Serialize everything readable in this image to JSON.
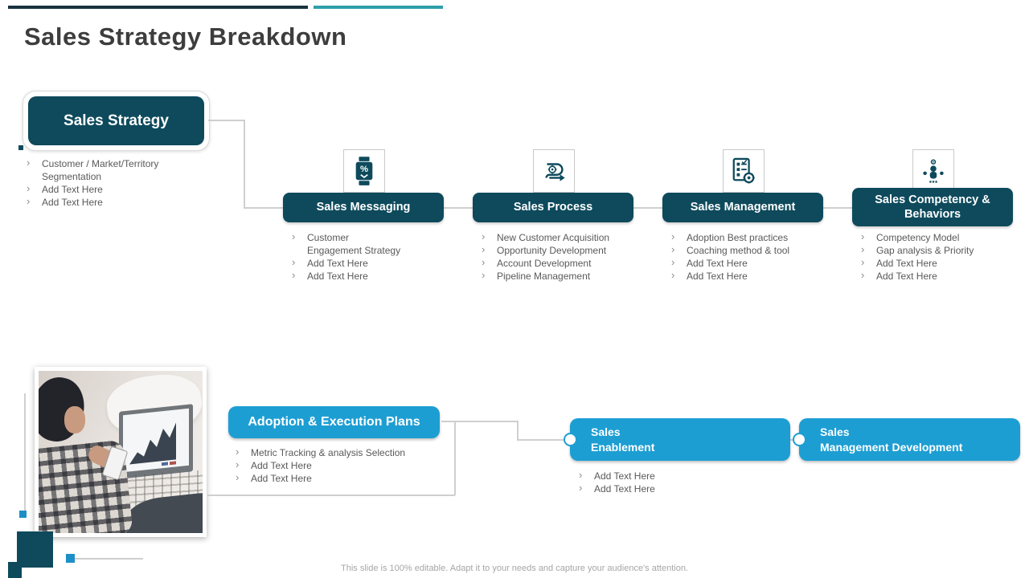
{
  "title": "Sales Strategy Breakdown",
  "footer": "This slide is 100% editable. Adapt it to your needs and capture your audience's attention.",
  "root": {
    "label": "Sales Strategy",
    "items": [
      "Customer / Market/Territory Segmentation",
      "Add Text Here",
      "Add Text Here"
    ]
  },
  "columns": [
    {
      "label": "Sales Messaging",
      "icon": "discount-device-icon",
      "items": [
        "Customer\nEngagement Strategy",
        "Add Text Here",
        "Add Text Here"
      ]
    },
    {
      "label": "Sales Process",
      "icon": "process-arrow-gear-icon",
      "items": [
        "New Customer Acquisition",
        "Opportunity Development",
        "Account Development",
        "Pipeline Management"
      ]
    },
    {
      "label": "Sales Management",
      "icon": "checklist-gear-icon",
      "items": [
        "Adoption Best practices",
        "Coaching method & tool",
        "Add Text Here",
        "Add Text Here"
      ]
    },
    {
      "label": "Sales Competency & Behaviors",
      "icon": "person-gears-icon",
      "items": [
        "Competency Model",
        "Gap analysis & Priority",
        "Add Text Here",
        "Add Text Here"
      ]
    }
  ],
  "adoption": {
    "label": "Adoption & Execution Plans",
    "items": [
      "Metric Tracking & analysis Selection",
      "Add Text Here",
      "Add Text Here"
    ]
  },
  "enablement": {
    "line1": "Sales",
    "line2": "Enablement",
    "items": [
      "Add Text Here",
      "Add Text Here"
    ]
  },
  "management_development": {
    "line1": "Sales",
    "line2": "Management Development"
  },
  "colors": {
    "dark_teal": "#0e4a5c",
    "blue": "#1d9ed3",
    "top_bar_navy": "#17333e",
    "top_bar_teal": "#2f9faa"
  }
}
